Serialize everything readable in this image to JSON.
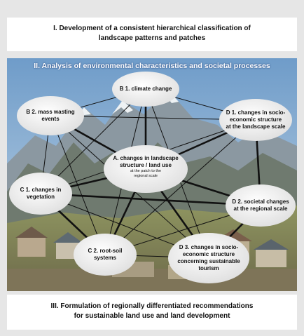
{
  "section1": {
    "lines": [
      "I. Development of a consistent hierarchical classification of",
      "landscape patterns and patches"
    ]
  },
  "section2": {
    "title": "II. Analysis of environmental characteristics and societal processes"
  },
  "section3": {
    "lines": [
      "III. Formulation of regionally differentiated recommendations",
      "for sustainable land use and land development"
    ]
  },
  "nodes": {
    "A": {
      "lines": [
        "A. changes in landscape",
        "structure / land use"
      ],
      "sub": [
        "at the patch to the",
        "regional scale"
      ]
    },
    "B1": {
      "lines": [
        "B 1. climate change"
      ]
    },
    "B2": {
      "lines": [
        "B 2. mass wasting",
        "events"
      ]
    },
    "C1": {
      "lines": [
        "C 1. changes in",
        "vegetation"
      ]
    },
    "C2": {
      "lines": [
        "C 2. root-soil",
        "systems"
      ]
    },
    "D1": {
      "lines": [
        "D 1. changes in socio-",
        "economic structure",
        "at the landscape scale"
      ]
    },
    "D2": {
      "lines": [
        "D 2. societal changes",
        "at the regional scale"
      ]
    },
    "D3": {
      "lines": [
        "D 3. changes in socio-",
        "economic structure",
        "concerning sustainable",
        "tourism"
      ]
    }
  },
  "colors": {
    "sky": "#8fb4d8",
    "mountains": "#7d8a93",
    "snow": "#eef2f4",
    "valley": "#8a8f57",
    "node_fill": "#f1f1f1",
    "edge": "#111111",
    "title": "#ffffff"
  }
}
